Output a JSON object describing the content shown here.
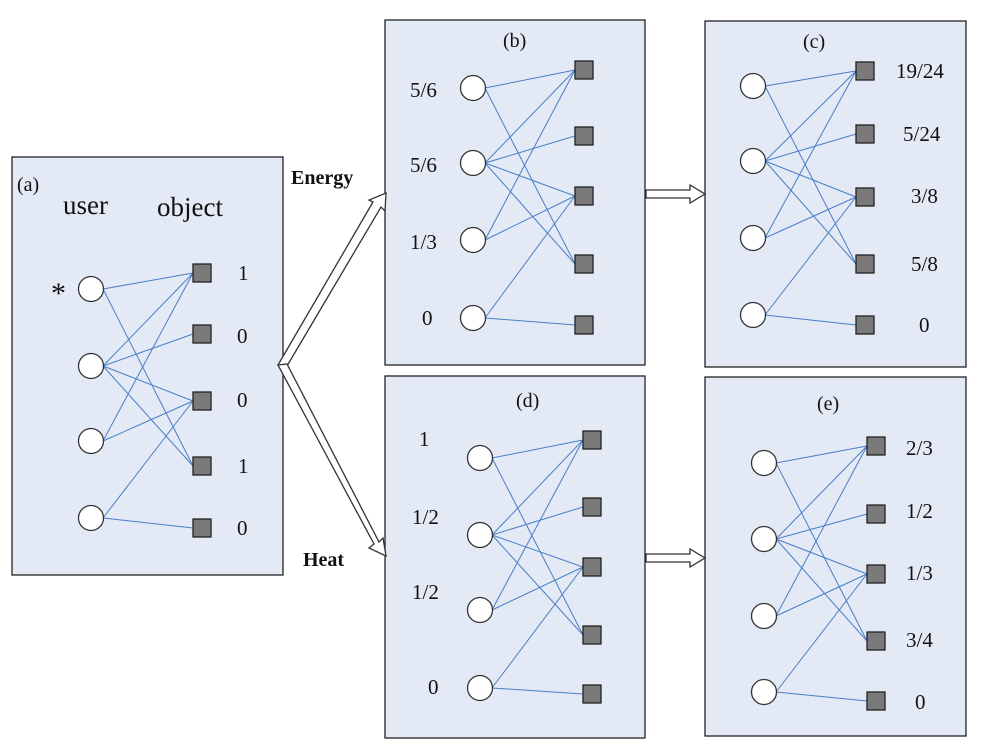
{
  "panels": {
    "a": {
      "label": "(a)",
      "header_user": "user",
      "header_object": "object",
      "star": "*",
      "object_values": [
        "1",
        "0",
        "0",
        "1",
        "0"
      ]
    },
    "b": {
      "label": "(b)",
      "user_values": [
        "5/6",
        "5/6",
        "1/3",
        "0"
      ]
    },
    "c": {
      "label": "(c)",
      "object_values": [
        "19/24",
        "5/24",
        "3/8",
        "5/8",
        "0"
      ]
    },
    "d": {
      "label": "(d)",
      "user_values": [
        "1",
        "1/2",
        "1/2",
        "0"
      ]
    },
    "e": {
      "label": "(e)",
      "object_values": [
        "2/3",
        "1/2",
        "1/3",
        "3/4",
        "0"
      ]
    }
  },
  "arrows": {
    "energy": "Energy",
    "heat": "Heat"
  },
  "colors": {
    "panel_fill": "#e3eaf5",
    "edge": "#4a7ec7",
    "object_fill": "#7a7a7a"
  },
  "edges": [
    [
      0,
      0
    ],
    [
      0,
      3
    ],
    [
      1,
      0
    ],
    [
      1,
      1
    ],
    [
      1,
      2
    ],
    [
      1,
      3
    ],
    [
      2,
      0
    ],
    [
      2,
      2
    ],
    [
      3,
      2
    ],
    [
      3,
      4
    ]
  ]
}
